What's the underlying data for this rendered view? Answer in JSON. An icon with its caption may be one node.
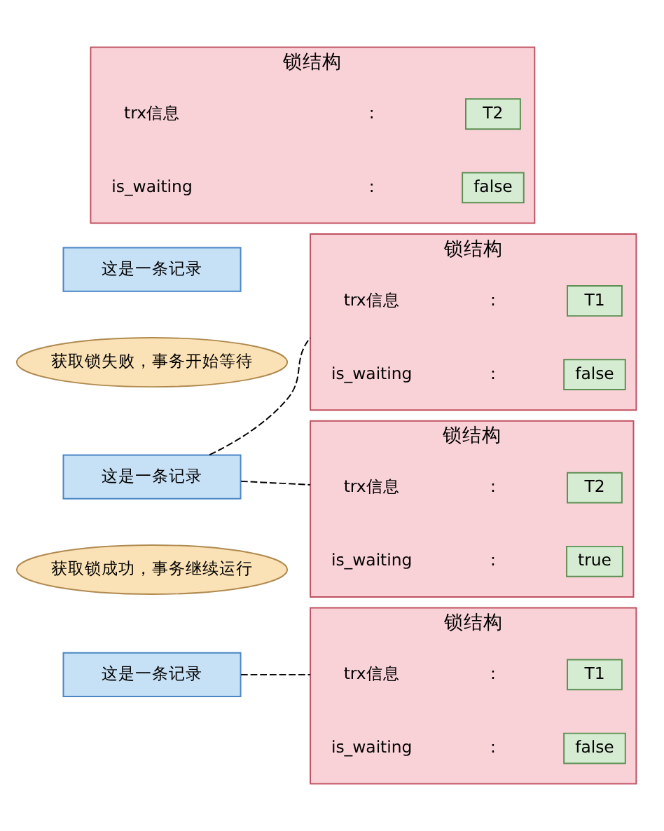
{
  "diagram": {
    "nodes": [
      {
        "text": [
          "这是一条记录"
        ]
      },
      {
        "text": [
          "锁结构"
        ]
      },
      {
        "text": [
          "T1"
        ],
        "in": 1
      },
      {
        "text": [
          "false"
        ],
        "in": 1
      },
      {
        "text": [
          "获取锁成功，事务继续运行"
        ]
      },
      {
        "text": [
          "锁结构"
        ]
      },
      {
        "text": [
          "T1"
        ],
        "in": 5
      },
      {
        "text": [
          "false"
        ],
        "in": 5
      },
      {
        "text": [
          "这是一条记录"
        ]
      },
      {
        "text": [
          "锁结构"
        ]
      },
      {
        "text": [
          "T2"
        ],
        "in": 9
      },
      {
        "text": [
          "true"
        ],
        "in": 9
      },
      {
        "text": [
          "获取锁失败，事务开始等待"
        ]
      },
      {
        "text": [
          "这是一条记录"
        ]
      },
      {
        "text": [
          "锁结构"
        ]
      },
      {
        "text": [
          "T2"
        ],
        "in": 14
      },
      {
        "text": [
          "false"
        ],
        "in": 14
      }
    ],
    "edges": [
      {
        "from": 0,
        "to": 1,
        "arrow": "none",
        "style": "dashed"
      },
      {
        "from": 8,
        "to": 5,
        "arrow": "none",
        "style": "dashed"
      },
      {
        "from": 8,
        "to": 9,
        "arrow": "none",
        "style": "dashed"
      }
    ],
    "labels": [
      "trx信息",
      ":",
      "is_waiting",
      ":",
      "trx信息",
      ":",
      "is_waiting",
      ":",
      "trx信息",
      ":",
      "is_waiting",
      ":",
      "trx信息",
      ":",
      "is_waiting",
      ":"
    ]
  }
}
